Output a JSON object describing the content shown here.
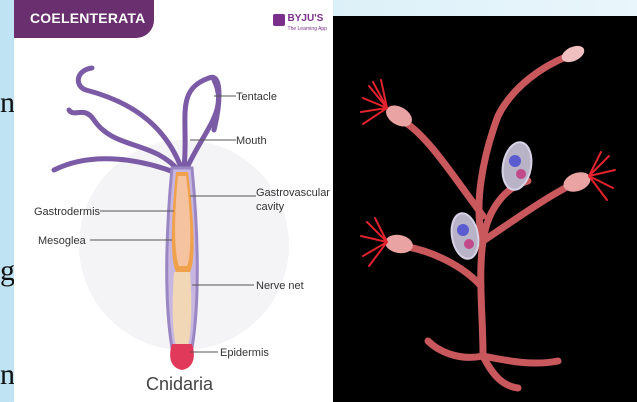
{
  "slide": {
    "text_fragments": [
      "n",
      "g",
      "n"
    ]
  },
  "diagram": {
    "banner_title": "COELENTERATA",
    "brand_name": "BYJU'S",
    "brand_tagline": "The Learning App",
    "caption": "Cnidaria",
    "labels": {
      "tentacle": "Tentacle",
      "mouth": "Mouth",
      "gastrovascular_line1": "Gastrovascular",
      "gastrovascular_line2": "cavity",
      "gastrodermis": "Gastrodermis",
      "mesoglea": "Mesoglea",
      "nerve_net": "Nerve net",
      "epidermis": "Epidermis"
    },
    "colors": {
      "banner": "#6a2f6e",
      "tentacle": "#7b5aa6",
      "body_outer": "#9b86c4",
      "cavity": "#f3b08c",
      "foot": "#e0395a"
    }
  }
}
